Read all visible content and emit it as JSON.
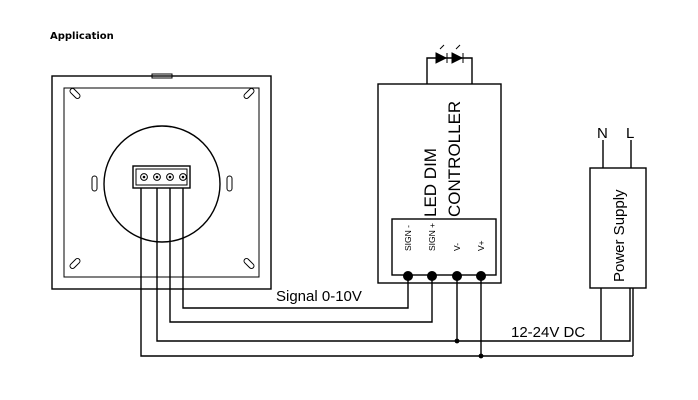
{
  "title": "Application",
  "controller": {
    "line1": "LED DIM",
    "line2": "CONTROLLER",
    "terminals": [
      "SIGN -",
      "SIGN +",
      "V-",
      "V+"
    ]
  },
  "power_supply": {
    "label": "Power Supply",
    "inputs": [
      "N",
      "L"
    ]
  },
  "labels": {
    "signal": "Signal 0-10V",
    "dc": "12-24V DC"
  }
}
